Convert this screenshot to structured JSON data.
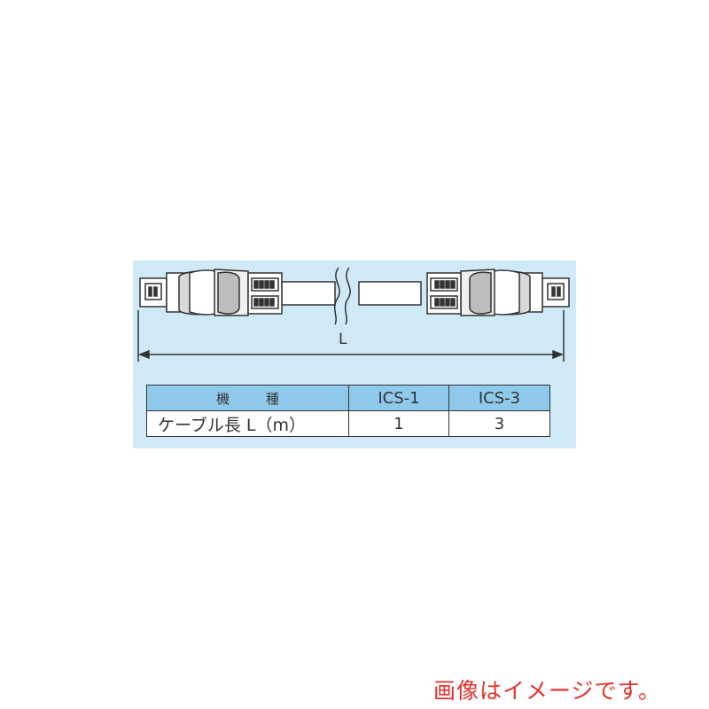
{
  "diagram": {
    "dimension_label": "L"
  },
  "table": {
    "header": [
      "機 種",
      "ICS-1",
      "ICS-3"
    ],
    "row": [
      "ケーブル長 L（m）",
      "1",
      "3"
    ]
  },
  "footer_note": "画像はイメージです。",
  "colors": {
    "figure_background": "#cfe9f7",
    "table_header": "#8fc9ec",
    "line": "#333333",
    "note_red": "#e5322d"
  }
}
